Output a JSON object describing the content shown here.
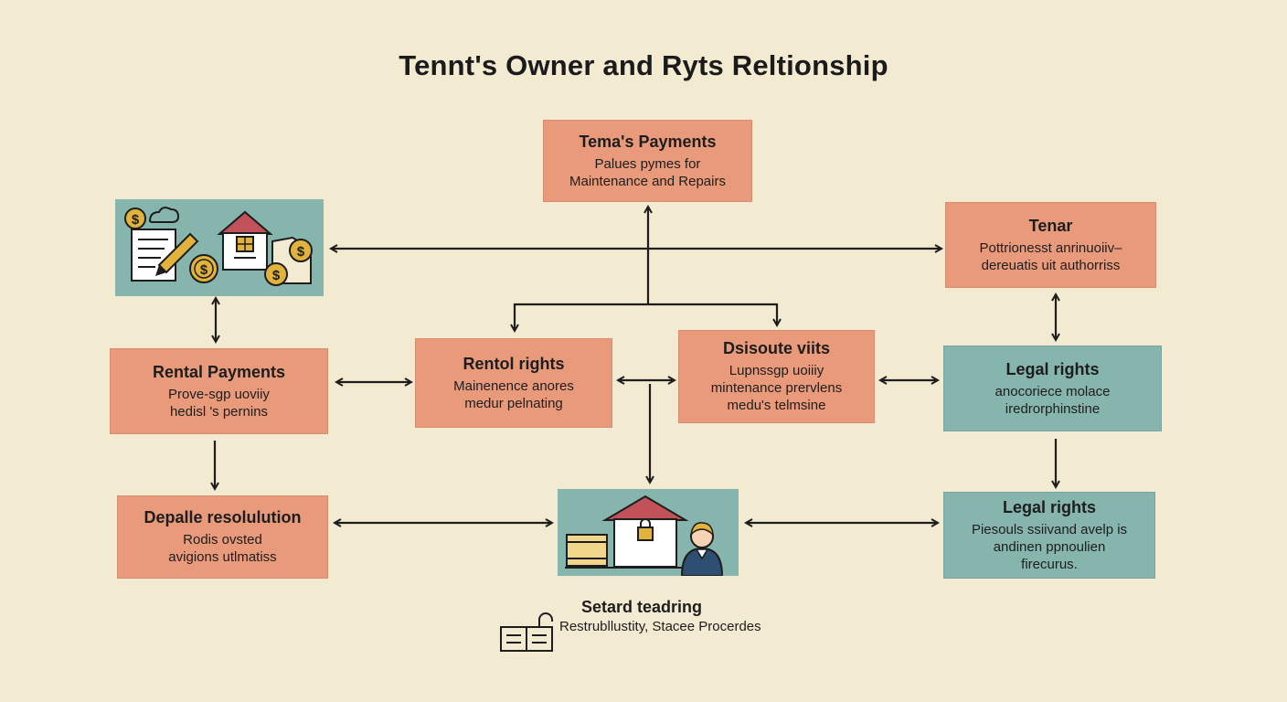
{
  "title": "Tennt's Owner and Ryts Reltionship",
  "boxes": {
    "tenant_payments": {
      "title": "Tema's Payments",
      "lines": [
        "Palues pymes for",
        "Maintenance and Repairs"
      ]
    },
    "tenar": {
      "title": "Tenar",
      "lines": [
        "Pottrionesst anrinuoiiv–",
        "dereuatis uit authorriss"
      ]
    },
    "rental_payments": {
      "title": "Rental Payments",
      "lines": [
        "Prove-sgp uoviiy",
        "hedisl 's pernins"
      ]
    },
    "rental_rights": {
      "title": "Rentol rights",
      "lines": [
        "Mainenence anores",
        "medur pelnating"
      ]
    },
    "dispute_visits": {
      "title": "Dsisoute viits",
      "lines": [
        "Lupnssgp uoiiiy",
        "mintenance prervlens",
        "medu's telmsine"
      ]
    },
    "legal_rights_1": {
      "title": "Legal rights",
      "lines": [
        "anocoriece molace",
        "iredrorphinstine"
      ]
    },
    "dispute_resolution": {
      "title": "Depalle resolulution",
      "lines": [
        "Rodis ovsted",
        "avigions utlmatiss"
      ]
    },
    "legal_rights_2": {
      "title": "Legal rights",
      "lines": [
        "Piesouls ssiivand avelp is",
        "andinen ppnoulien",
        "firecurus."
      ]
    }
  },
  "legend": {
    "title": "Setard teadring",
    "description": "Restrubllustity, Stacee Procerdes",
    "icon": "document-lock-icon"
  },
  "illustrations": {
    "top_left": [
      "coin-icon",
      "cloud-icon",
      "contract-icon",
      "pen-icon",
      "house-icon",
      "coin-icon",
      "coin-icon",
      "coin-icon"
    ],
    "bottom_center": [
      "box-icon",
      "house-icon",
      "lock-icon",
      "person-icon"
    ]
  },
  "colors": {
    "background": "#f3ead2",
    "coral": "#e99a7b",
    "teal": "#86b5ad",
    "ink": "#1d1d1d",
    "roof": "#c2525a",
    "coin": "#e2b33c"
  }
}
